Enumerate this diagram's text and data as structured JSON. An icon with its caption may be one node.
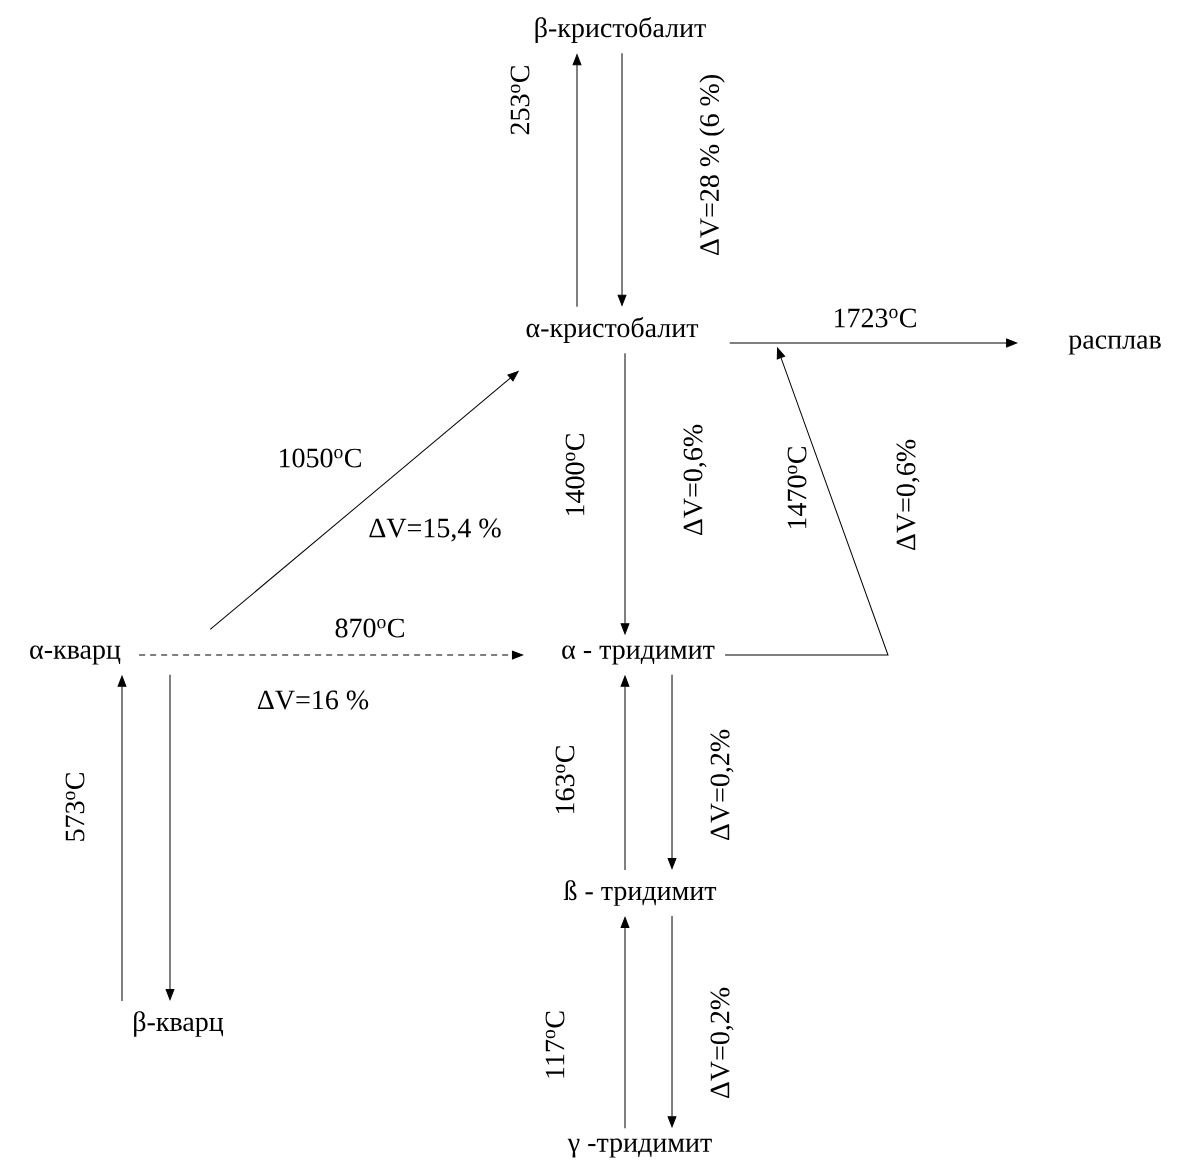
{
  "diagram": {
    "nodes": [
      {
        "text": [
          "β-кристобалит"
        ]
      },
      {
        "text": [
          "α-кристобалит"
        ]
      },
      {
        "text": [
          "расплав"
        ]
      },
      {
        "text": [
          "α-кварц"
        ]
      },
      {
        "text": [
          "α - тридимит"
        ]
      },
      {
        "text": [
          "β-кварц"
        ]
      },
      {
        "text": [
          "ß - тридимит"
        ]
      },
      {
        "text": [
          "γ  -тридимит"
        ]
      }
    ],
    "edges": [
      {
        "from": 1,
        "to": 0,
        "arrow": "to",
        "label": "253$^{o}$C"
      },
      {
        "from": 0,
        "to": 1,
        "arrow": "to",
        "label": "ΔV=28 % (6 %)"
      },
      {
        "from": 1,
        "to": 2,
        "arrow": "to",
        "label": "1723$^{o}$C"
      },
      {
        "from": 3,
        "to": 1,
        "arrow": "to",
        "label": "1050$^{o}$C"
      },
      {
        "from": 3,
        "to": 4,
        "arrow": "to",
        "style": "dashed",
        "label": "870$^{o}$C"
      },
      {
        "from": 1,
        "to": 4,
        "arrow": "to",
        "label": "1400$^{o}$C"
      },
      {
        "from": 4,
        "to": 1,
        "arrow": "to",
        "label": "1470$^{o}$C"
      },
      {
        "from": 6,
        "to": 4,
        "arrow": "to",
        "label": "163$^{o}$C"
      },
      {
        "from": 4,
        "to": 6,
        "arrow": "to",
        "label": "ΔV=0,2%"
      },
      {
        "from": 7,
        "to": 6,
        "arrow": "to",
        "label": "117$^{o}$C"
      },
      {
        "from": 6,
        "to": 7,
        "arrow": "to",
        "label": "ΔV=0,2%"
      },
      {
        "from": 5,
        "to": 3,
        "arrow": "to",
        "label": "573$^{o}$C"
      },
      {
        "from": 3,
        "to": 5,
        "arrow": "to"
      }
    ],
    "labels": [
      "ΔV=15,4 %",
      "ΔV=16 %",
      "ΔV=0,6%",
      "ΔV=0,6%"
    ]
  }
}
